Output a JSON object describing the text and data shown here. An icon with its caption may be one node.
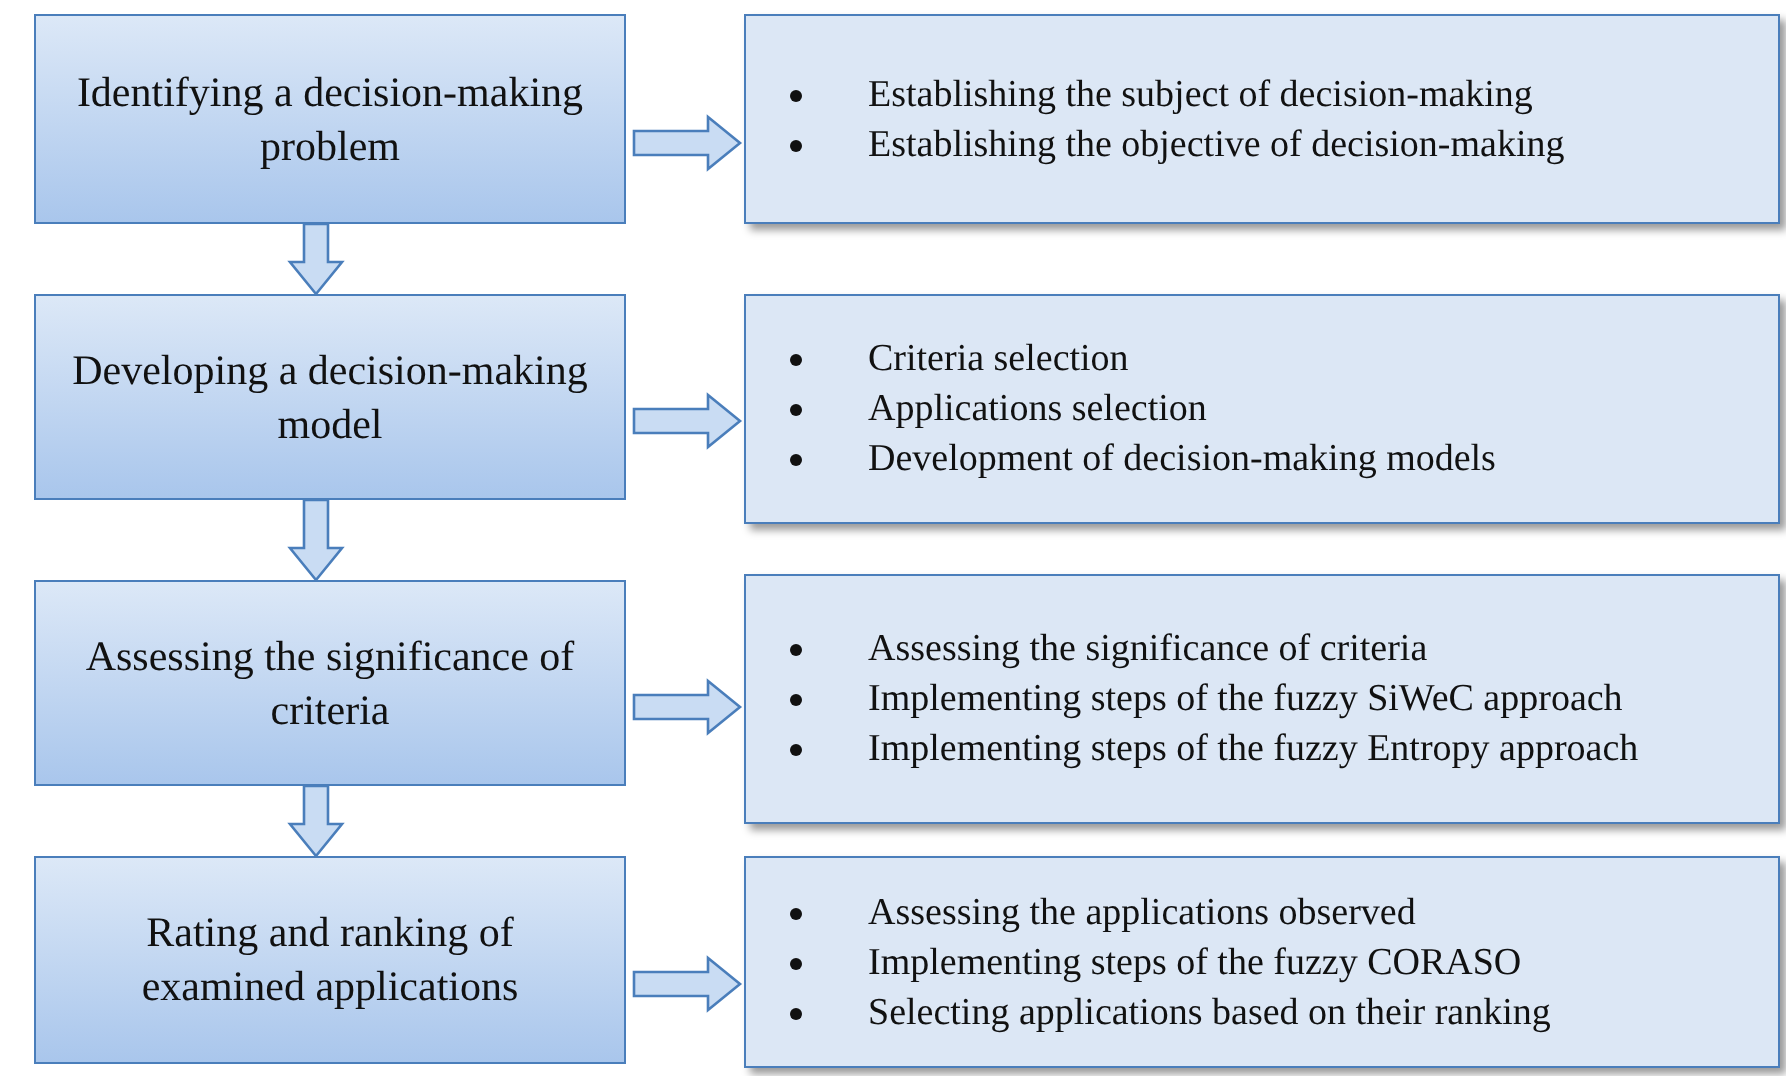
{
  "diagram": {
    "nodes": [
      {
        "text": [
          "Identifying a decision-making problem"
        ]
      },
      {
        "text": [
          "Establishing the subject of decision-making",
          "Establishing the objective of decision-making"
        ]
      },
      {
        "text": [
          "Developing a decision-making model"
        ]
      },
      {
        "text": [
          "Criteria selection",
          "Applications selection",
          "Development of decision-making models"
        ]
      },
      {
        "text": [
          "Assessing the significance of criteria"
        ]
      },
      {
        "text": [
          "Assessing the significance of criteria",
          "Implementing steps of the fuzzy SiWeC approach",
          "Implementing steps of the fuzzy Entropy approach"
        ]
      },
      {
        "text": [
          "Rating and ranking of examined applications"
        ]
      },
      {
        "text": [
          "Assessing the applications observed",
          "Implementing steps of the fuzzy CORASO",
          "Selecting applications based on their ranking"
        ]
      }
    ],
    "edges": [
      {
        "from": 0,
        "to": 1,
        "arrow": "to"
      },
      {
        "from": 0,
        "to": 2,
        "arrow": "to"
      },
      {
        "from": 2,
        "to": 3,
        "arrow": "to"
      },
      {
        "from": 2,
        "to": 4,
        "arrow": "to"
      },
      {
        "from": 4,
        "to": 5,
        "arrow": "to"
      },
      {
        "from": 4,
        "to": 6,
        "arrow": "to"
      },
      {
        "from": 6,
        "to": 7,
        "arrow": "to"
      }
    ]
  }
}
